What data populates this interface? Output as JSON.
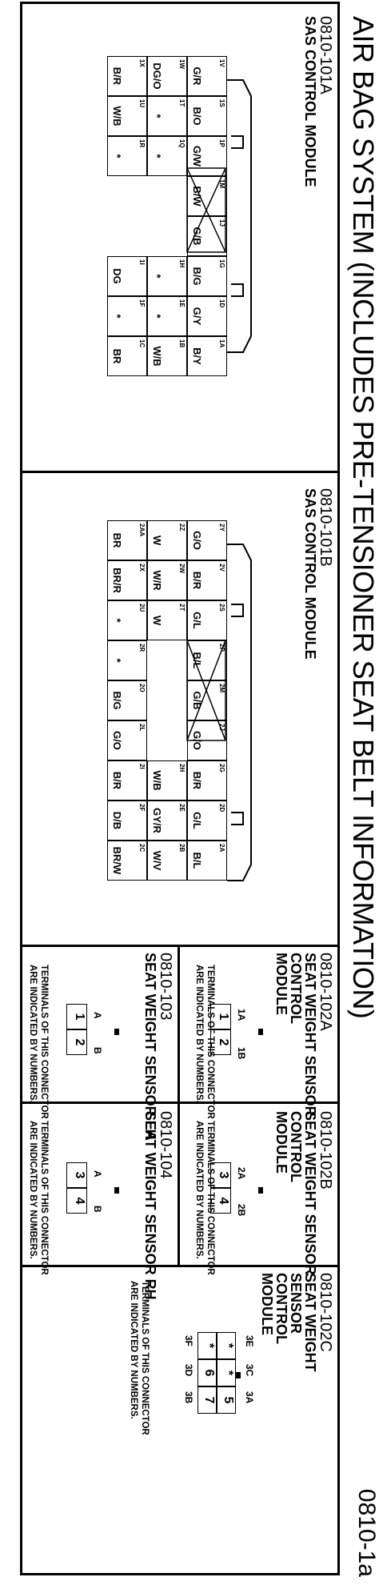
{
  "title": "AIR BAG SYSTEM (INCLUDES PRE-TENSIONER SEAT BELT INFORMATION)",
  "page_id": "0810-1a",
  "connectors": {
    "c101a": {
      "id": "0810-101A",
      "name": "SAS CONTROL MODULE",
      "top_row": [
        {
          "code": "1V",
          "wire": "G/R"
        },
        {
          "code": "1S",
          "wire": "B/O"
        },
        {
          "code": "1P",
          "wire": "G/W"
        },
        {
          "code": "1M",
          "wire": "B/W"
        },
        {
          "code": "1J",
          "wire": "G/B"
        },
        {
          "code": "1G",
          "wire": "B/G"
        },
        {
          "code": "1D",
          "wire": "G/Y"
        },
        {
          "code": "1A",
          "wire": "B/Y"
        }
      ],
      "mid_row": [
        {
          "code": "1W",
          "wire": "DG/O"
        },
        {
          "code": "1T",
          "wire": "*"
        },
        {
          "code": "1Q",
          "wire": "*"
        },
        {
          "code": "1H",
          "wire": "*"
        },
        {
          "code": "1E",
          "wire": "*"
        },
        {
          "code": "1B",
          "wire": "W/B"
        }
      ],
      "bot_row": [
        {
          "code": "1X",
          "wire": "B/R"
        },
        {
          "code": "1U",
          "wire": "W/B"
        },
        {
          "code": "1R",
          "wire": "*"
        },
        {
          "code": "1I",
          "wire": "DG"
        },
        {
          "code": "1F",
          "wire": "*"
        },
        {
          "code": "1C",
          "wire": "BR"
        }
      ]
    },
    "c101b": {
      "id": "0810-101B",
      "name": "SAS CONTROL MODULE",
      "top_row": [
        {
          "code": "2Y",
          "wire": "G/O"
        },
        {
          "code": "2V",
          "wire": "B/R"
        },
        {
          "code": "2S",
          "wire": "G/L"
        },
        {
          "code": "2P",
          "wire": "B/L"
        },
        {
          "code": "2M",
          "wire": "G/B"
        },
        {
          "code": "2J",
          "wire": "G/O"
        },
        {
          "code": "2G",
          "wire": "B/R"
        },
        {
          "code": "2D",
          "wire": "G/L"
        },
        {
          "code": "2A",
          "wire": "B/L"
        }
      ],
      "mid_row": [
        {
          "code": "2Z",
          "wire": "W"
        },
        {
          "code": "2W",
          "wire": "W/R"
        },
        {
          "code": "2T",
          "wire": "W"
        },
        {
          "code": "2H",
          "wire": "W/B"
        },
        {
          "code": "2E",
          "wire": "GY/R"
        },
        {
          "code": "2B",
          "wire": "W/V"
        }
      ],
      "bot_row": [
        {
          "code": "2AA",
          "wire": "BR"
        },
        {
          "code": "2X",
          "wire": "BR/R"
        },
        {
          "code": "2U",
          "wire": "*"
        },
        {
          "code": "2R",
          "wire": "*"
        },
        {
          "code": "2O",
          "wire": "B/G"
        },
        {
          "code": "2L",
          "wire": "G/O"
        },
        {
          "code": "2I",
          "wire": "B/R"
        },
        {
          "code": "2F",
          "wire": "D/B"
        },
        {
          "code": "2C",
          "wire": "BR/W"
        }
      ]
    },
    "c102a": {
      "id": "0810-102A",
      "name_lines": [
        "SEAT WEIGHT SENSOR",
        "CONTROL",
        "MODULE"
      ],
      "pins": [
        {
          "label": "1A",
          "num": "1"
        },
        {
          "label": "1B",
          "num": "2"
        }
      ],
      "note_lines": [
        "TERMINALS OF THIS CONNECTOR",
        "ARE INDICATED BY NUMBERS."
      ]
    },
    "c103": {
      "id": "0810-103",
      "name": "SEAT WEIGHT SENSOR LH",
      "pins": [
        {
          "label": "A",
          "num": "1"
        },
        {
          "label": "B",
          "num": "2"
        }
      ],
      "note_lines": [
        "TERMINALS OF THIS CONNECTOR",
        "ARE INDICATED BY NUMBERS."
      ]
    },
    "c102b": {
      "id": "0810-102B",
      "name_lines": [
        "SEAT WEIGHT SENSOR",
        "CONTROL",
        "MODULE"
      ],
      "pins": [
        {
          "label": "2A",
          "num": "3"
        },
        {
          "label": "2B",
          "num": "4"
        }
      ],
      "note_lines": [
        "TERMINALS OF THIS CONNECTOR",
        "ARE INDICATED BY NUMBERS."
      ]
    },
    "c104": {
      "id": "0810-104",
      "name": "SEAT WEIGHT SENSOR RH",
      "pins": [
        {
          "label": "A",
          "num": "3"
        },
        {
          "label": "B",
          "num": "4"
        }
      ],
      "note_lines": [
        "TERMINALS OF THIS CONNECTOR",
        "ARE INDICATED BY NUMBERS."
      ]
    },
    "c102c": {
      "id": "0810-102C",
      "name_lines": [
        "SEAT WEIGHT",
        "SENSOR",
        "CONTROL",
        "MODULE"
      ],
      "top_labels": [
        "3E",
        "3C",
        "3A"
      ],
      "bottom_labels": [
        "3F",
        "3D",
        "3B"
      ],
      "grid_top": [
        "*",
        "*",
        "5"
      ],
      "grid_bottom": [
        "*",
        "6",
        "7"
      ],
      "note_lines": [
        "TERMINALS OF THIS CONNECTOR",
        "ARE INDICATED BY NUMBERS."
      ]
    }
  }
}
